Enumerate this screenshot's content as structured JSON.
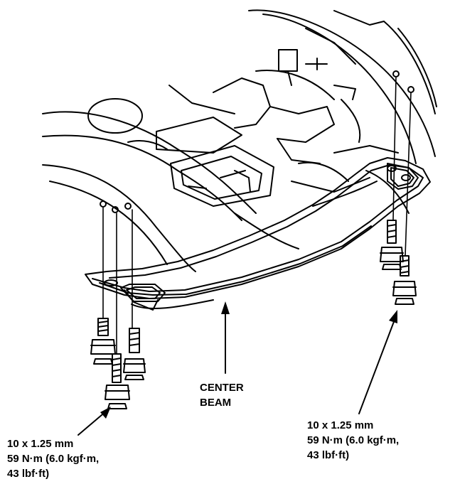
{
  "labels": {
    "center_beam": {
      "line1": "CENTER",
      "line2": "BEAM"
    },
    "bolt_spec_left": {
      "line1": "10 x 1.25 mm",
      "line2": "59 N·m (6.0 kgf·m,",
      "line3": "43 lbf·ft)"
    },
    "bolt_spec_right": {
      "line1": "10 x 1.25 mm",
      "line2": "59 N·m (6.0 kgf·m,",
      "line3": "43 lbf·ft)"
    }
  },
  "colors": {
    "ink": "#000000",
    "paper": "#ffffff"
  }
}
